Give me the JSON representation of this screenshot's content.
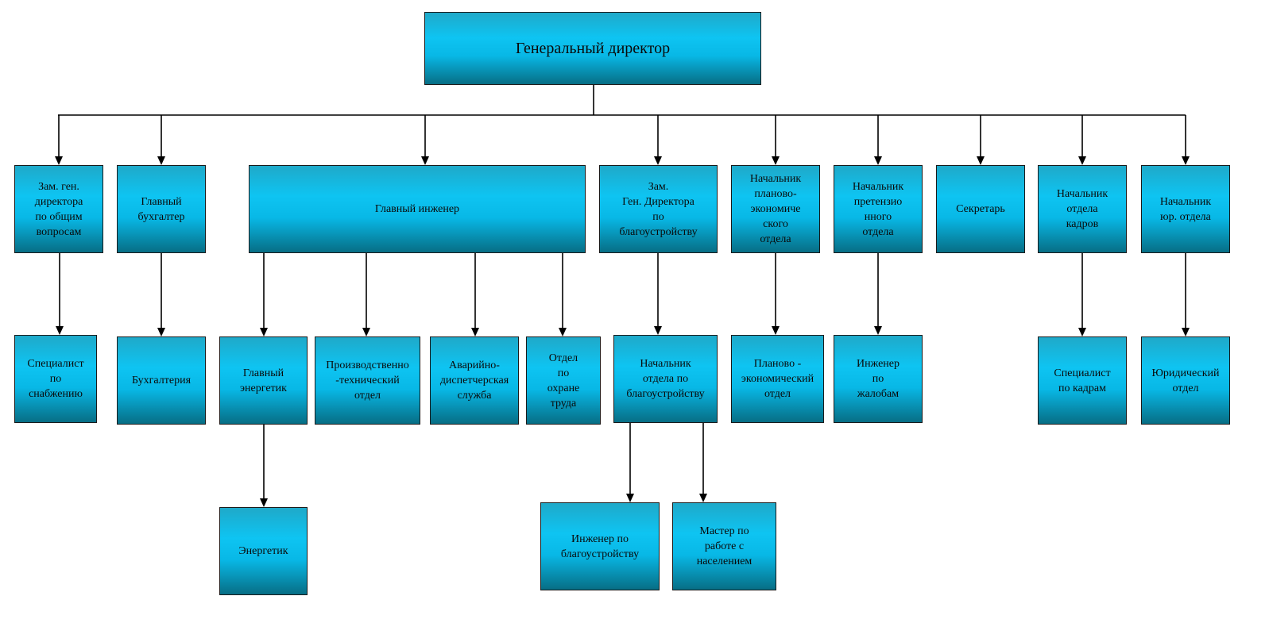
{
  "diagram": {
    "root": {
      "label": "Генеральный директор"
    },
    "deputy_general": {
      "label": "Зам. ген.\nдиректора\nпо общим\nвопросам"
    },
    "supply_specialist": {
      "label": "Специалист\nпо\nснабжению"
    },
    "chief_accountant": {
      "label": "Главный\nбухгалтер"
    },
    "accounting": {
      "label": "Бухгалтерия"
    },
    "chief_engineer": {
      "label": "Главный инженер"
    },
    "chief_power_engineer": {
      "label": "Главный\nэнергетик"
    },
    "power_engineer": {
      "label": "Энергетик"
    },
    "production_technical": {
      "label": "Производственно\n-технический\nотдел"
    },
    "emergency_dispatch": {
      "label": "Аварийно-\nдиспетчерская\nслужба"
    },
    "labor_protection": {
      "label": "Отдел\nпо\nохране\nтруда"
    },
    "deputy_improvement": {
      "label": "Зам.\nГен. Директора\nпо\nблагоустройству"
    },
    "head_improvement_dept": {
      "label": "Начальник\nотдела по\nблагоустройству"
    },
    "improvement_engineer": {
      "label": "Инженер по\nблагоустройству"
    },
    "community_master": {
      "label": "Мастер по\nработе с\nнаселением"
    },
    "head_planning_econ": {
      "label": "Начальник\nпланово-\nэкономиче\nского\nотдела"
    },
    "planning_econ_dept": {
      "label": "Планово -\nэкономический\nотдел"
    },
    "head_claims": {
      "label": "Начальник\nпретензио\nнного\nотдела"
    },
    "complaints_engineer": {
      "label": "Инженер\nпо\nжалобам"
    },
    "secretary": {
      "label": "Секретарь"
    },
    "head_hr": {
      "label": "Начальник\nотдела\nкадров"
    },
    "hr_specialist": {
      "label": "Специалист\nпо кадрам"
    },
    "head_legal": {
      "label": "Начальник\nюр. отдела"
    },
    "legal_dept": {
      "label": "Юридический\nотдел"
    }
  }
}
